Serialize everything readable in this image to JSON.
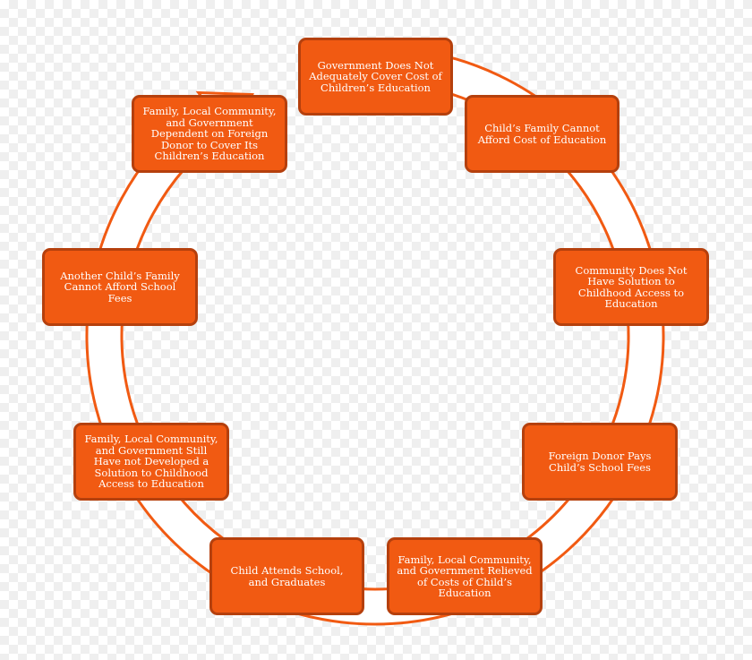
{
  "colors": {
    "box_fill": "#f15a12",
    "box_border": "#b5400d",
    "arrow_stroke": "#f15a12",
    "arrow_fill": "#ffffff",
    "text": "#ffffff"
  },
  "cycle": {
    "direction": "clockwise",
    "steps": [
      {
        "label": "Government Does Not Adequately Cover Cost of Children’s Education"
      },
      {
        "label": "Child’s Family Cannot Afford Cost of Education"
      },
      {
        "label": "Community Does Not Have Solution to Childhood Access to Education"
      },
      {
        "label": "Foreign Donor Pays Child’s School Fees"
      },
      {
        "label": "Family, Local Community, and Government Relieved of Costs of Child’s Education"
      },
      {
        "label": "Child Attends School, and Graduates"
      },
      {
        "label": "Family, Local Community, and Government Still Have not Developed a Solution to Childhood Access to Education"
      },
      {
        "label": "Another Child’s Family Cannot Afford School Fees"
      },
      {
        "label": "Family, Local Community, and Government Dependent on Foreign Donor to Cover Its Children’s Education"
      }
    ]
  }
}
